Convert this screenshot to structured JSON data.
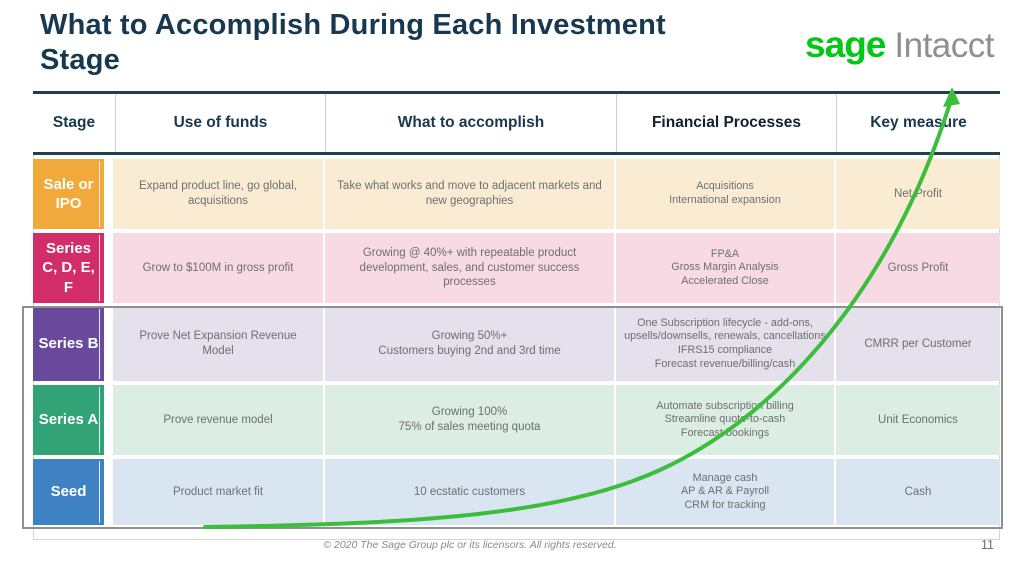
{
  "slide": {
    "title": "What to Accomplish During Each Investment Stage",
    "copyright": "© 2020 The Sage Group plc or its licensors. All rights reserved.",
    "page_number": "11"
  },
  "logo": {
    "brand": "sage",
    "product": "Intacct",
    "brand_color": "#00C814",
    "product_color": "#8F8F8F"
  },
  "table": {
    "headers": [
      "Stage",
      "Use of funds",
      "What to accomplish",
      "Financial Processes",
      "Key measure"
    ],
    "rows": [
      {
        "stage": "Sale or IPO",
        "stage_color": "#F2A93B",
        "row_color": "#FAECD3",
        "use_of_funds": "Expand product line, go global, acquisitions",
        "what_to_accomplish": "Take what works and move to adjacent markets and new geographies",
        "financial_processes": "Acquisitions\nInternational expansion",
        "key_measure": "Net Profit"
      },
      {
        "stage": "Series C, D, E, F",
        "stage_color": "#D22D68",
        "row_color": "#F7DAE4",
        "use_of_funds": "Grow to $100M in gross profit",
        "what_to_accomplish": "Growing @ 40%+ with repeatable product development, sales, and customer success processes",
        "financial_processes": "FP&A\nGross Margin Analysis\nAccelerated Close",
        "key_measure": "Gross Profit"
      },
      {
        "stage": "Series B",
        "stage_color": "#68499B",
        "row_color": "#E4E0EC",
        "use_of_funds": "Prove Net Expansion Revenue Model",
        "what_to_accomplish": "Growing 50%+\nCustomers buying 2nd and 3rd time",
        "financial_processes": "One Subscription lifecycle - add-ons, upsells/downsells, renewals, cancellations\nIFRS15 compliance\nForecast revenue/billing/cash",
        "key_measure": "CMRR per Customer"
      },
      {
        "stage": "Series A",
        "stage_color": "#31A376",
        "row_color": "#DCEDE3",
        "use_of_funds": "Prove revenue model",
        "what_to_accomplish": "Growing 100%\n75% of sales meeting quota",
        "financial_processes": "Automate subscription billing\nStreamline quote-to-cash\nForecast bookings",
        "key_measure": "Unit Economics"
      },
      {
        "stage": "Seed",
        "stage_color": "#3F82C3",
        "row_color": "#D9E6F2",
        "use_of_funds": "Product market fit",
        "what_to_accomplish": "10 ecstatic customers",
        "financial_processes": "Manage cash\nAP & AR & Payroll\nCRM for tracking",
        "key_measure": "Cash"
      }
    ]
  },
  "growth_curve": {
    "color": "#3CBE3C"
  }
}
